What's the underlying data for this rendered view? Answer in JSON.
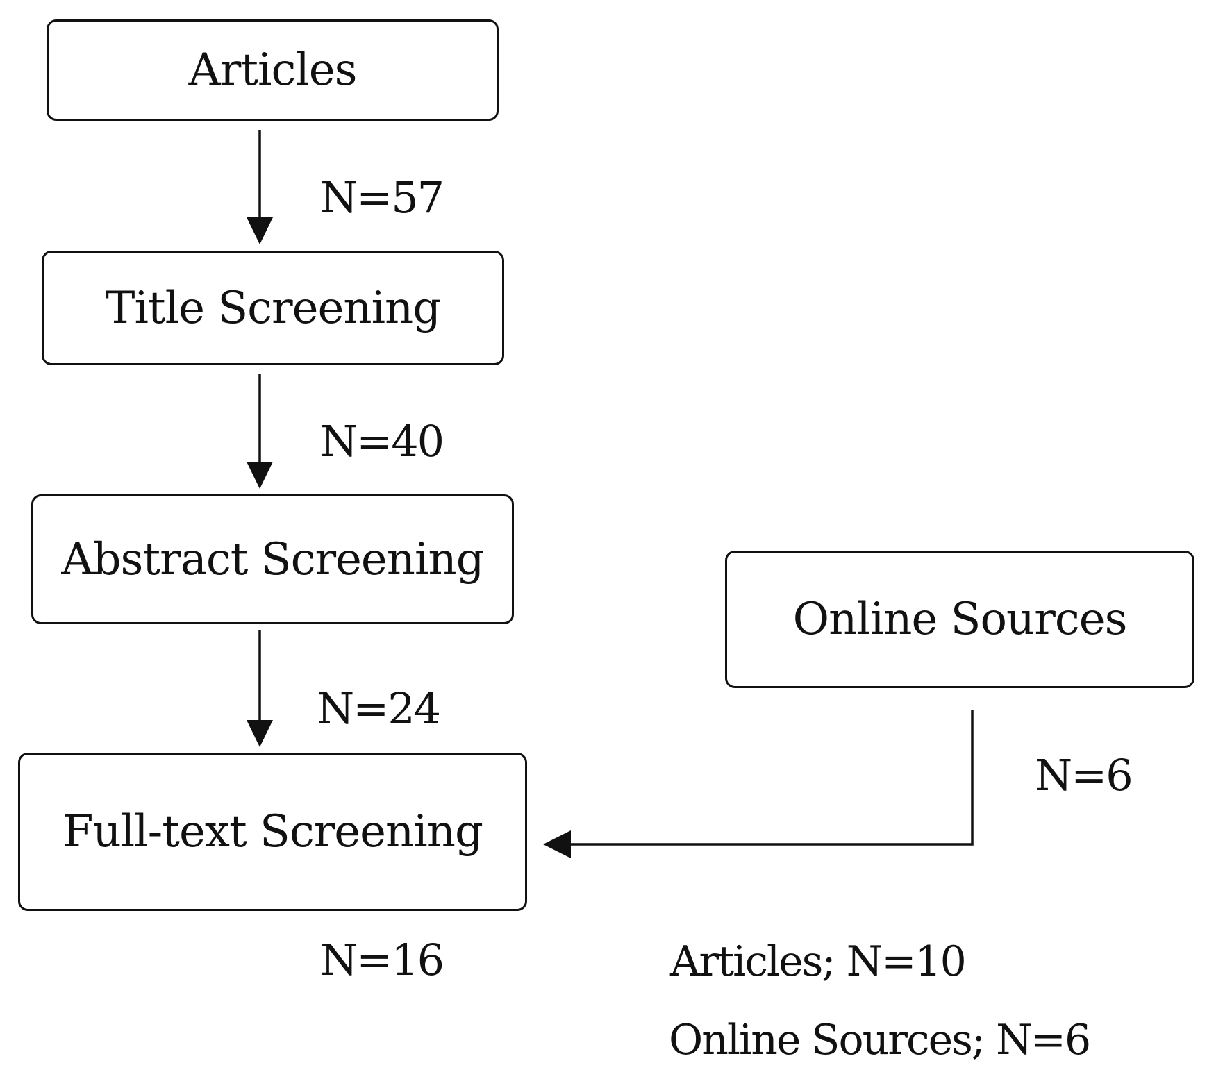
{
  "diagram": {
    "boxes": {
      "articles": "Articles",
      "title_screening": "Title Screening",
      "abstract_screening": "Abstract Screening",
      "fulltext_screening": "Full-text Screening",
      "online_sources": "Online Sources"
    },
    "edge_labels": {
      "articles_to_title": "N=57",
      "title_to_abstract": "N=40",
      "abstract_to_fulltext": "N=24",
      "online_to_fulltext": "N=6"
    },
    "result": {
      "fulltext_count": "N=16",
      "articles_line": "Articles; N=10",
      "online_line": "Online Sources; N=6"
    }
  }
}
